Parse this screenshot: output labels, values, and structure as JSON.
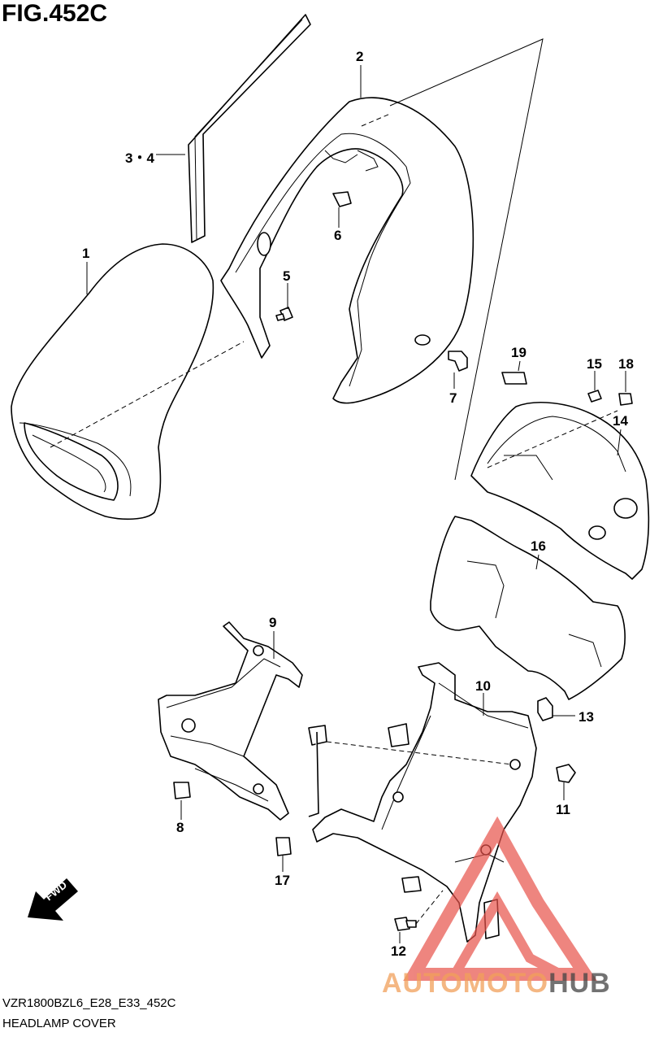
{
  "figure": {
    "title": "FIG.452C"
  },
  "parts": [
    {
      "id": "p1",
      "label": "1"
    },
    {
      "id": "p2",
      "label": "2"
    },
    {
      "id": "p34",
      "label": "3・4"
    },
    {
      "id": "p5",
      "label": "5"
    },
    {
      "id": "p6",
      "label": "6"
    },
    {
      "id": "p7",
      "label": "7"
    },
    {
      "id": "p8",
      "label": "8"
    },
    {
      "id": "p9",
      "label": "9"
    },
    {
      "id": "p10",
      "label": "10"
    },
    {
      "id": "p11",
      "label": "11"
    },
    {
      "id": "p12",
      "label": "12"
    },
    {
      "id": "p13",
      "label": "13"
    },
    {
      "id": "p14",
      "label": "14"
    },
    {
      "id": "p15",
      "label": "15"
    },
    {
      "id": "p16",
      "label": "16"
    },
    {
      "id": "p17",
      "label": "17"
    },
    {
      "id": "p18",
      "label": "18"
    },
    {
      "id": "p19",
      "label": "19"
    }
  ],
  "fwd": {
    "label": "FWD"
  },
  "footer": {
    "code": "VZR1800BZL6_E28_E33_452C",
    "name": "HEADLAMP COVER"
  },
  "watermark": {
    "part_a": "AUTOMOTO",
    "part_b": "HUB",
    "color_triangle": "#e8524a",
    "color_text_a": "#f1a05a",
    "color_text_b": "#444444"
  }
}
